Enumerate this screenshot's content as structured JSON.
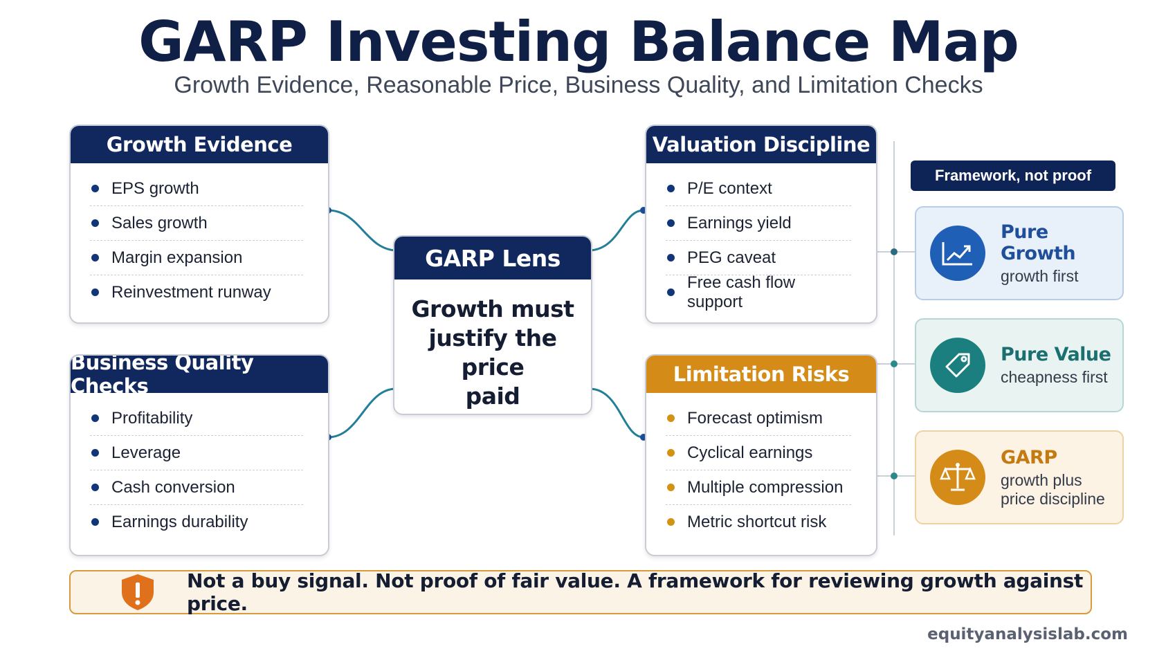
{
  "header": {
    "title": "GARP Investing Balance Map",
    "subtitle": "Growth Evidence, Reasonable Price, Business Quality, and Limitation Checks"
  },
  "growth_evidence": {
    "title": "Growth Evidence",
    "items": [
      "EPS growth",
      "Sales growth",
      "Margin expansion",
      "Reinvestment runway"
    ]
  },
  "business_quality": {
    "title": "Business Quality Checks",
    "items": [
      "Profitability",
      "Leverage",
      "Cash conversion",
      "Earnings durability"
    ]
  },
  "valuation": {
    "title": "Valuation Discipline",
    "items": [
      "P/E context",
      "Earnings yield",
      "PEG caveat",
      "Free cash flow support"
    ]
  },
  "limitations": {
    "title": "Limitation Risks",
    "items": [
      "Forecast optimism",
      "Cyclical earnings",
      "Multiple compression",
      "Metric shortcut risk"
    ]
  },
  "center": {
    "title": "GARP Lens",
    "line1": "Growth must",
    "line2": "justify the price",
    "line3": "paid"
  },
  "sidebar": {
    "pill": "Framework, not proof",
    "pure_growth": {
      "title": "Pure Growth",
      "desc": "growth first",
      "icon": "trend-up-icon",
      "color": "#1f5fb5"
    },
    "pure_value": {
      "title": "Pure Value",
      "desc": "cheapness first",
      "icon": "price-tag-icon",
      "color": "#1b7f7f"
    },
    "garp": {
      "title": "GARP",
      "desc1": "growth plus",
      "desc2": "price discipline",
      "icon": "balance-scale-icon",
      "color": "#d48b17"
    }
  },
  "banner": {
    "text": "Not a buy signal. Not proof of fair value.  A framework for reviewing growth against price.",
    "icon": "warning-shield-icon"
  },
  "footer": {
    "site": "equityanalysislab.com"
  },
  "colors": {
    "navy": "#11285e",
    "gold": "#d48b17",
    "teal": "#1b7f7f",
    "blue": "#1f5fb5"
  }
}
